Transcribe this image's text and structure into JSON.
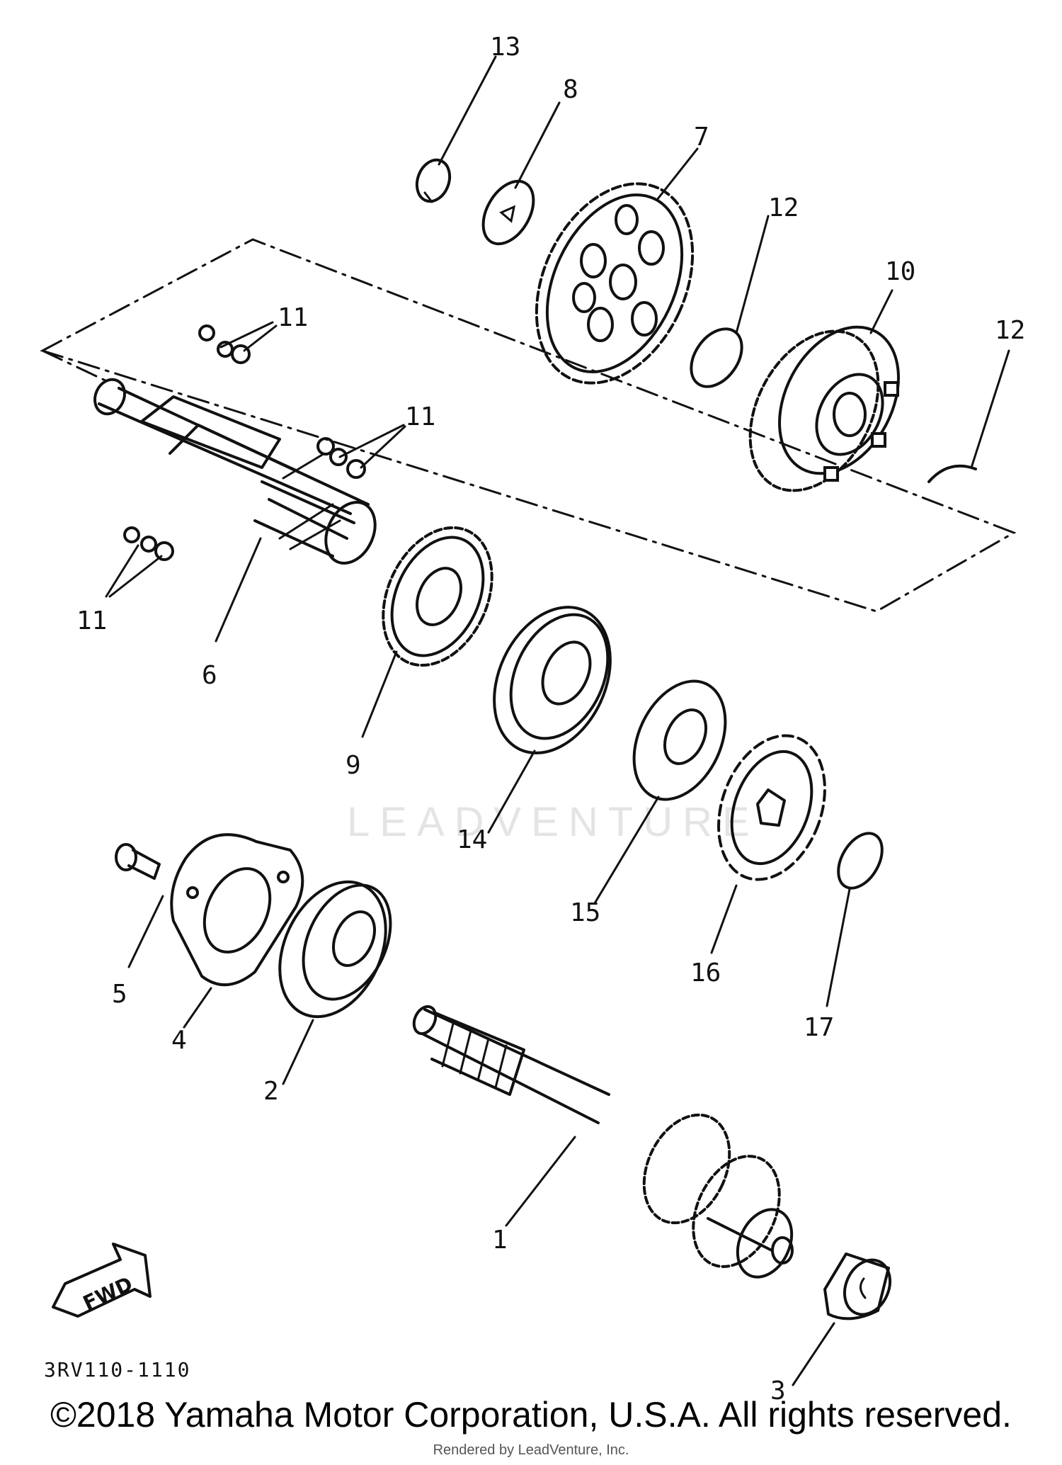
{
  "diagram": {
    "callouts": {
      "p1": "1",
      "p2": "2",
      "p3": "3",
      "p4": "4",
      "p5": "5",
      "p6": "6",
      "p7": "7",
      "p8": "8",
      "p9": "9",
      "p10": "10",
      "p11a": "11",
      "p11b": "11",
      "p11c": "11",
      "p12a": "12",
      "p12b": "12",
      "p13": "13",
      "p14": "14",
      "p15": "15",
      "p16": "16",
      "p17": "17"
    },
    "drawing_code": "3RV110-1110",
    "fwd_label": "FWD",
    "watermark": "LEADVENTURE"
  },
  "footer": {
    "copyright": "©2018 Yamaha Motor Corporation, U.S.A. All rights reserved.",
    "rendered_by": "Rendered by LeadVenture, Inc."
  }
}
